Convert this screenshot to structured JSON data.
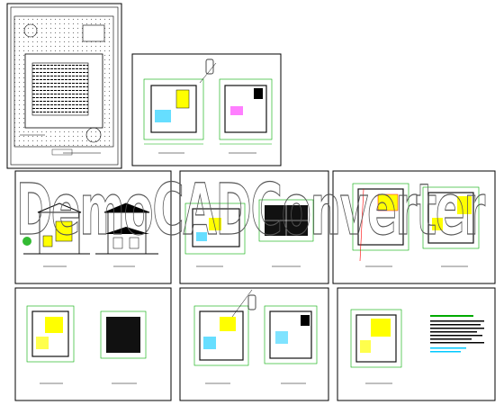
{
  "canvas": {
    "background": "#ffffff"
  },
  "watermark": {
    "text": "DemoCADConverter",
    "color": "#555555"
  },
  "colors": {
    "sheet_border": "#000000",
    "wall": "#111111",
    "dimension": "#00aa00",
    "room_fill": "#ffff00",
    "accent_cyan": "#00c8ff",
    "accent_red": "#ff0000",
    "accent_magenta": "#ff00ff",
    "dark_fill": "#000000"
  },
  "sheets": [
    {
      "id": "site-plan",
      "label": "site-plan-sheet"
    },
    {
      "id": "floor-plans-1",
      "label": "floor-plans-sheet"
    },
    {
      "id": "elevations",
      "label": "elevations-sheet"
    },
    {
      "id": "section-and-roof",
      "label": "section-roof-sheet"
    },
    {
      "id": "upper-plans",
      "label": "upper-floor-plans-sheet"
    },
    {
      "id": "roof-plans",
      "label": "roof-plans-sheet"
    },
    {
      "id": "floor-plans-2",
      "label": "floor-plans-sheet-2"
    },
    {
      "id": "notes-plan",
      "label": "notes-plan-sheet"
    }
  ]
}
